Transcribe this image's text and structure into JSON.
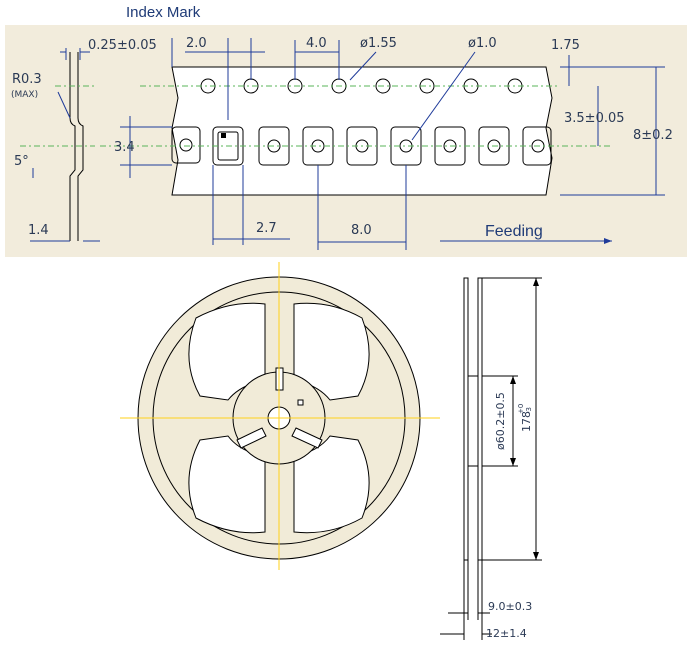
{
  "tape": {
    "index_mark": "Index Mark",
    "feeding": "Feeding",
    "dims": {
      "offset": "0.25±0.05",
      "d1": "2.0",
      "d2": "4.0",
      "d3": "ø1.55",
      "d4": "ø1.0",
      "d5": "1.75",
      "d6": "3.5±0.05",
      "d7": "8±0.2",
      "d8": "3.4",
      "d9": "2.7",
      "d10": "8.0",
      "d11": "1.4",
      "radius": "R0.3",
      "radius_note": "(MAX)",
      "angle": "5°"
    }
  },
  "reel": {
    "dims": {
      "hub": "ø60.2±0.5",
      "outer": "178",
      "outer_tol_top": "+0",
      "outer_tol_bot": "-3",
      "width_inner": "9.0±0.3",
      "width_outer": "12±1.4"
    }
  },
  "colors": {
    "top_panel_bg": "#f2ecdc",
    "reel_fill": "#f1ebd8",
    "centerline_green": "#5ab55a",
    "centerline_yellow": "#ffd21a",
    "dim_blue": "#1f3b9a"
  }
}
